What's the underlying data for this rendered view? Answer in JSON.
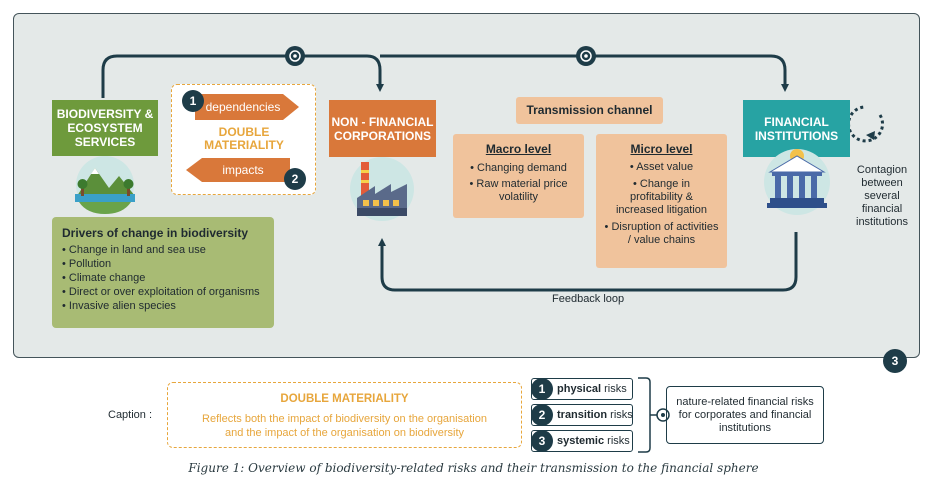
{
  "biodiversity_box": {
    "title": "BIODIVERSITY & ECOSYSTEM SERVICES"
  },
  "double_materiality_box": {
    "dependencies": "dependencies",
    "title_line1": "DOUBLE",
    "title_line2": "MATERIALITY",
    "impacts": "impacts",
    "num1": "1",
    "num2": "2"
  },
  "nfc_box": {
    "title": "NON - FINANCIAL CORPORATIONS"
  },
  "transmission": {
    "title": "Transmission channel",
    "macro": {
      "title": "Macro level",
      "items": [
        "Changing demand",
        "Raw material price volatility"
      ]
    },
    "micro": {
      "title": "Micro level",
      "items": [
        "Asset value",
        "Change in profitability & increased litigation",
        "Disruption of activities / value chains"
      ]
    }
  },
  "fi_box": {
    "title": "FINANCIAL INSTITUTIONS"
  },
  "contagion": {
    "text_lines": [
      "Contagion",
      "between",
      "several",
      "financial",
      "institutions"
    ]
  },
  "drivers": {
    "title": "Drivers of change in biodiversity",
    "items": [
      "Change in land and sea use",
      "Pollution",
      "Climate change",
      "Direct or over exploitation of organisms",
      "Invasive alien species"
    ]
  },
  "feedback_label": "Feedback loop",
  "panel_badge": "3",
  "caption": {
    "label": "Caption :",
    "dm_title": "DOUBLE MATERIALITY",
    "dm_line1": "Reflects both the impact of biodiversity on the organisation",
    "dm_line2": "and the impact of the organisation on biodiversity",
    "risks": [
      {
        "num": "1",
        "bold": "physical",
        "rest": " risks"
      },
      {
        "num": "2",
        "bold": "transition",
        "rest": " risks"
      },
      {
        "num": "3",
        "bold": "systemic",
        "rest": " risks"
      }
    ],
    "nature_line1": "nature-related financial risks",
    "nature_line2": "for corporates and financial",
    "nature_line3": "institutions"
  },
  "figure_title": "Figure 1: Overview of biodiversity-related risks and their transmission to the financial sphere",
  "colors": {
    "green": "#6e9a3c",
    "orange": "#d9783a",
    "teal": "#27a3a3",
    "peach": "#f0c39c",
    "light_green": "#a8bb74",
    "navy": "#1e3c48",
    "caption_orange": "#e7a63c"
  }
}
